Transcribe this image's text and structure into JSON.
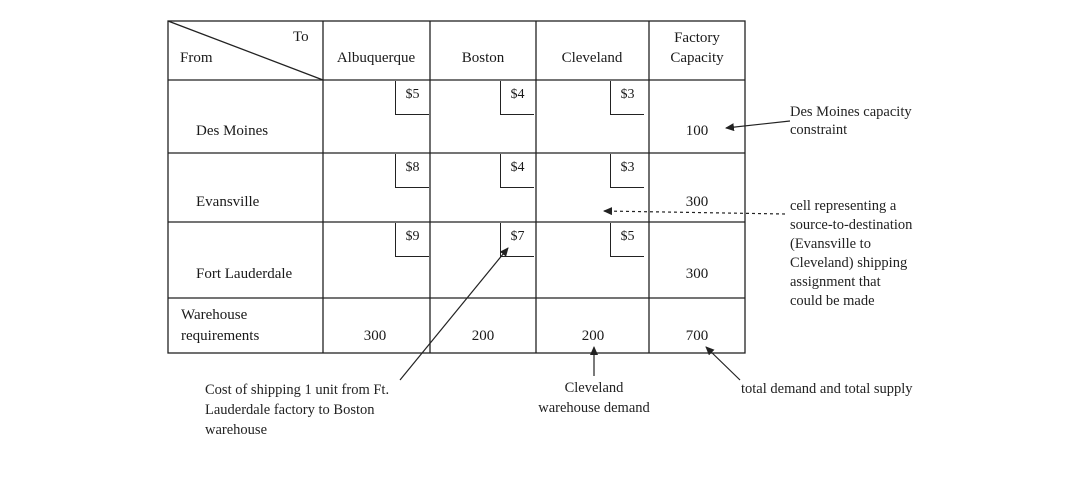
{
  "table": {
    "corner_to": "To",
    "corner_from": "From",
    "columns": [
      "Albuquerque",
      "Boston",
      "Cleveland"
    ],
    "capacity_header": [
      "Factory",
      "Capacity"
    ],
    "rows": [
      {
        "source": "Des Moines",
        "costs": [
          "$5",
          "$4",
          "$3"
        ],
        "capacity": "100"
      },
      {
        "source": "Evansville",
        "costs": [
          "$8",
          "$4",
          "$3"
        ],
        "capacity": "300"
      },
      {
        "source": "Fort Lauderdale",
        "costs": [
          "$9",
          "$7",
          "$5"
        ],
        "capacity": "300"
      }
    ],
    "requirements_label": [
      "Warehouse",
      "requirements"
    ],
    "requirements": [
      "300",
      "200",
      "200"
    ],
    "total": "700"
  },
  "annotations": {
    "des_moines_capacity": [
      "Des Moines capacity",
      "constraint"
    ],
    "cell": [
      "cell representing a",
      "source-to-destination",
      "(Evansville to",
      "Cleveland) shipping",
      "assignment that",
      "could be made"
    ],
    "cost": [
      "Cost of shipping 1 unit from Ft.",
      "Lauderdale factory to Boston",
      "warehouse"
    ],
    "cleveland_demand": [
      "Cleveland",
      "warehouse demand"
    ],
    "total": "total demand and total supply"
  }
}
